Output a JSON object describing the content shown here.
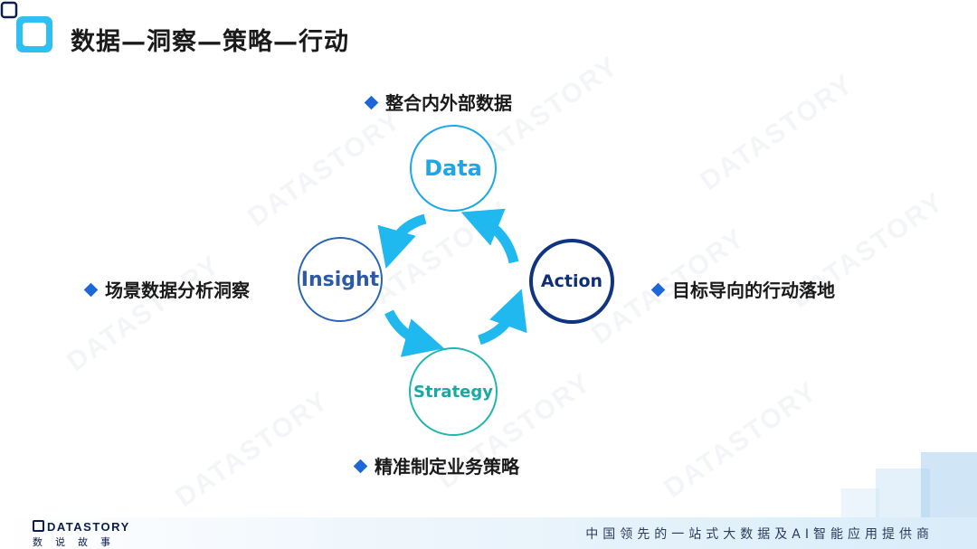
{
  "title": "数据—洞察—策略—行动",
  "nodes": {
    "data": "Data",
    "insight": "Insight",
    "action": "Action",
    "strategy": "Strategy"
  },
  "labels": {
    "top": "整合内外部数据",
    "left": "场景数据分析洞察",
    "right": "目标导向的行动落地",
    "bottom": "精准制定业务策略"
  },
  "footer": {
    "logo_en": "DATASTORY",
    "logo_cn": "数说故事",
    "tagline": "中国领先的一站式大数据及AI智能应用提供商"
  },
  "colors": {
    "data": "#1da7e8",
    "insight": "#2c65b5",
    "action": "#0f3480",
    "strategy": "#1fb6b0",
    "arrow": "#1fb9f0",
    "bullet": "#1e67d8"
  }
}
